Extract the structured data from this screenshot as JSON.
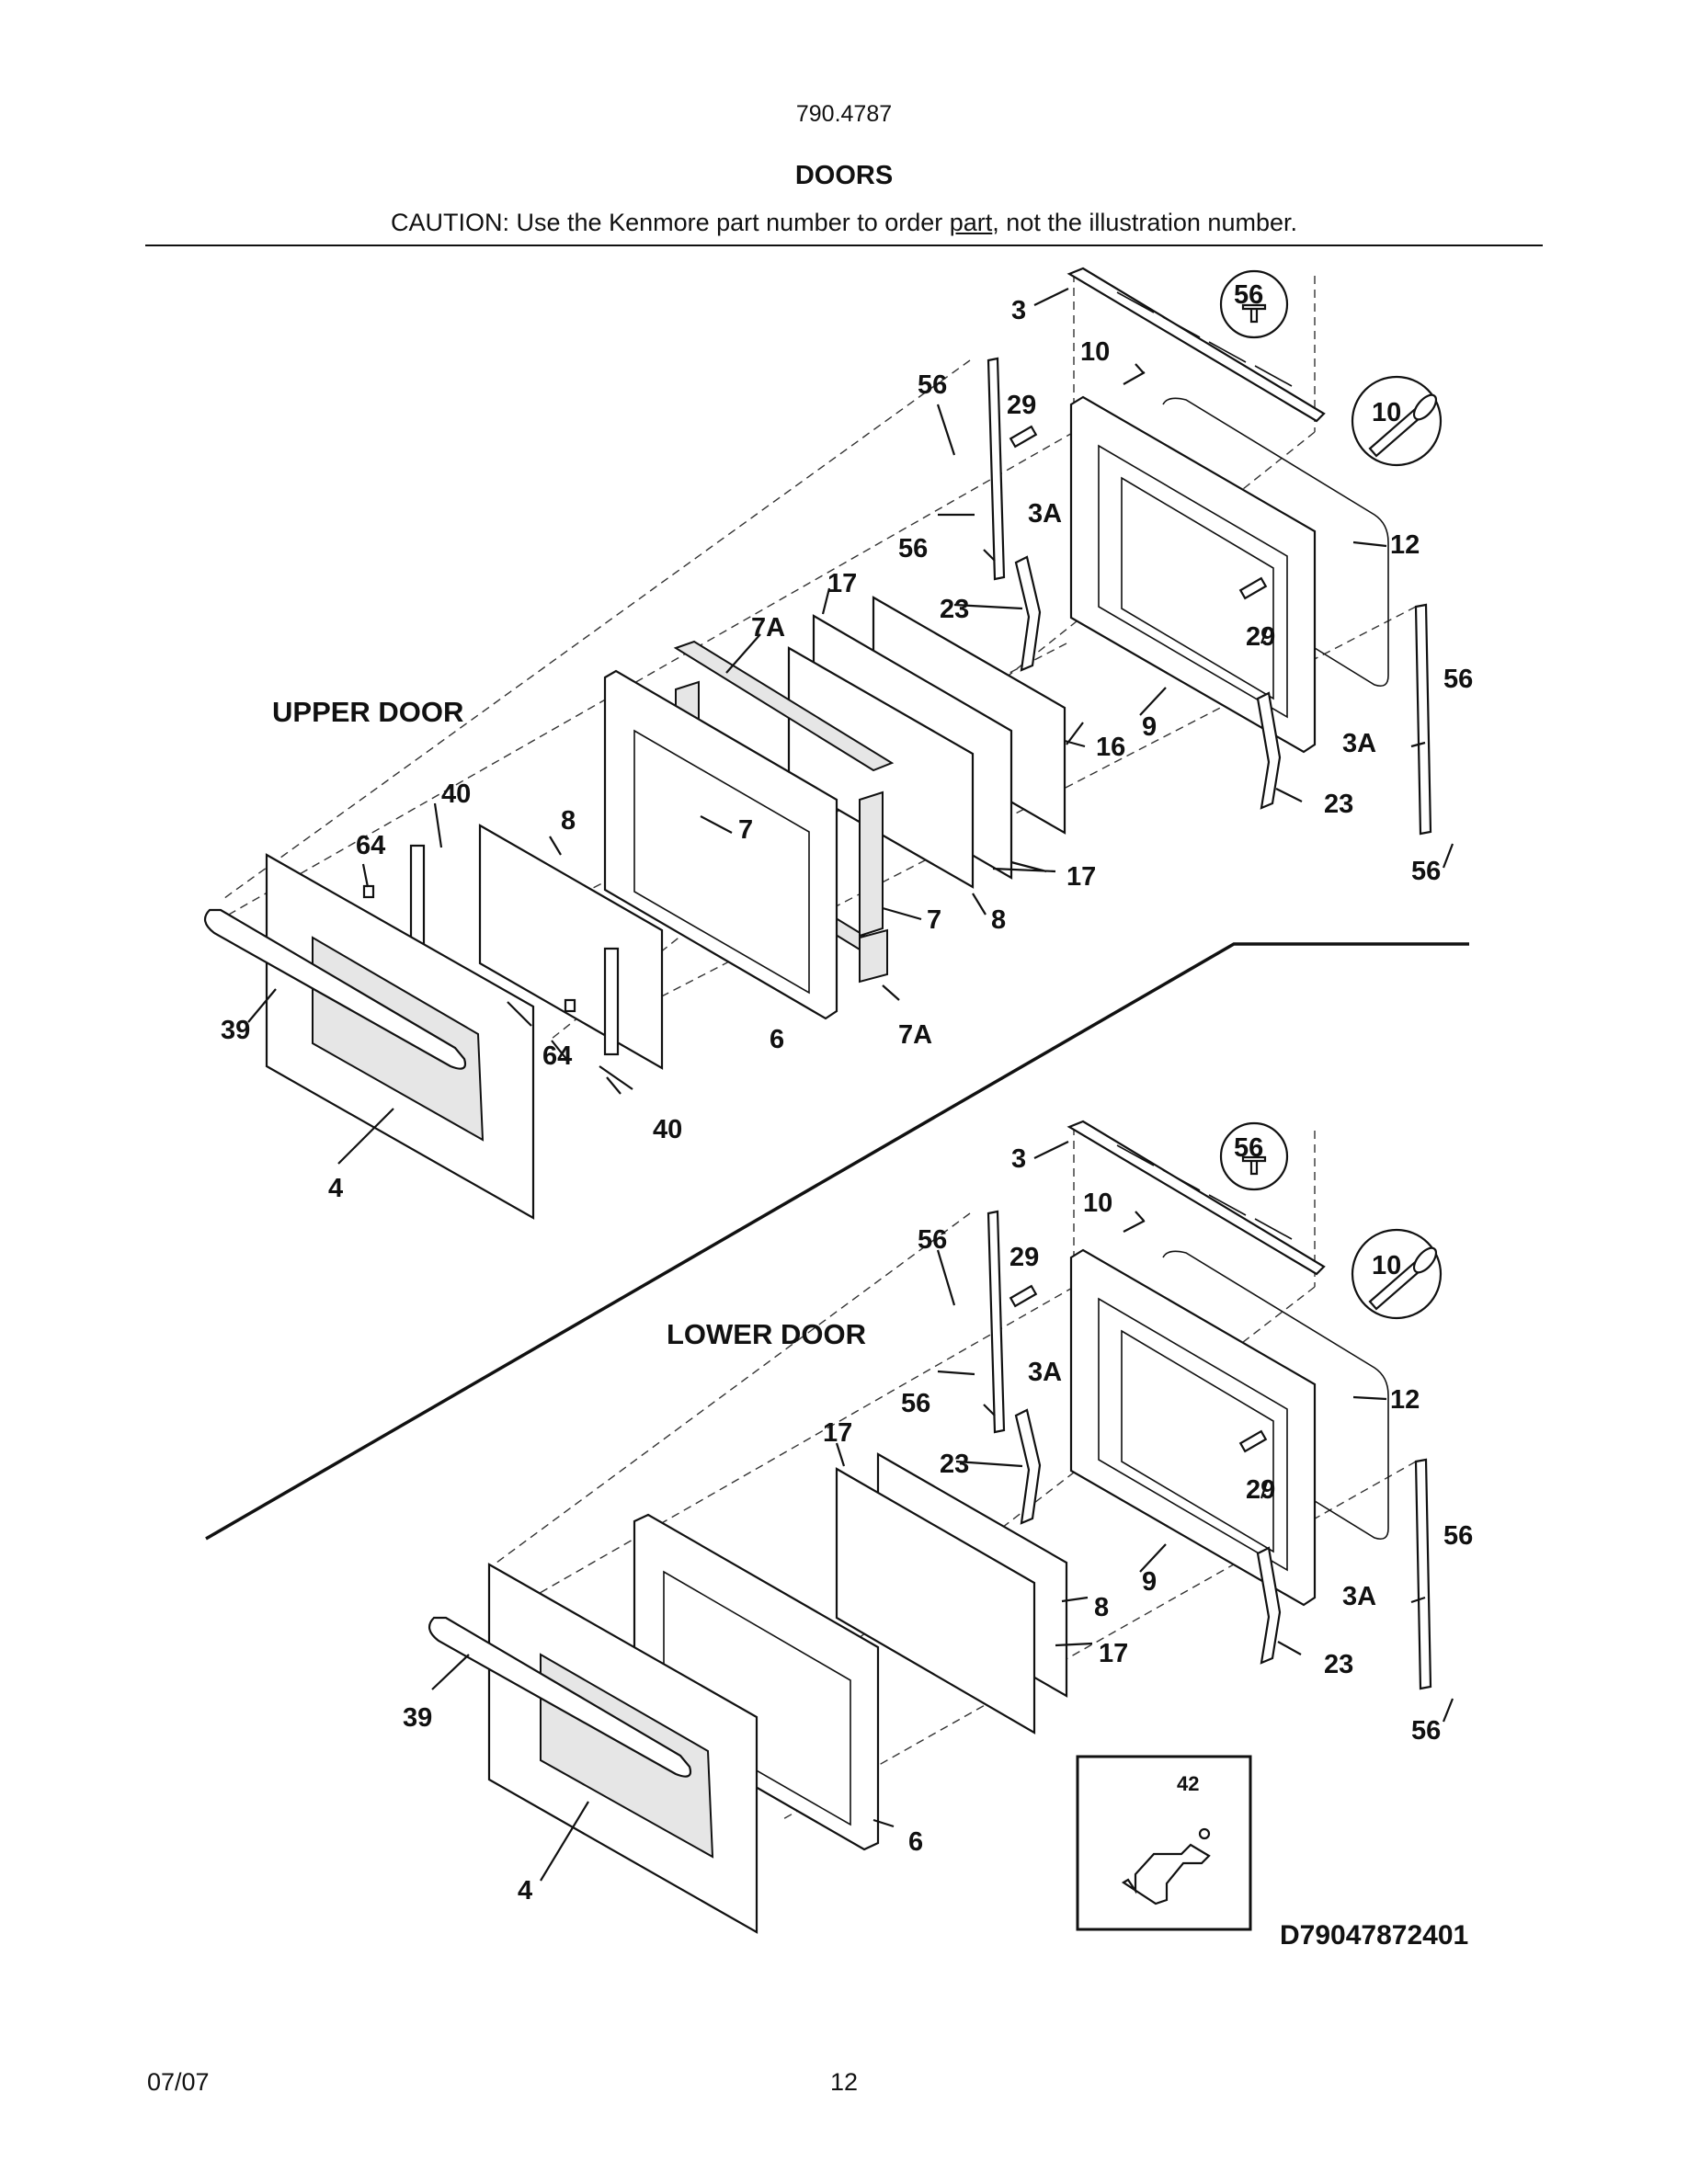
{
  "header": {
    "model": "790.4787",
    "title": "DOORS",
    "caution_prefix": "CAUTION: Use the Kenmore part number to order ",
    "caution_link": "part",
    "caution_suffix": ", not the illustration number."
  },
  "sections": {
    "upper": "UPPER DOOR",
    "lower": "LOWER DOOR"
  },
  "upper_callouts": {
    "c3": "3",
    "c56_top": "56",
    "c10": "10",
    "c10_inset": "10",
    "c56_left": "56",
    "c29": "29",
    "c3A_left": "3A",
    "c56_mid": "56",
    "c12": "12",
    "c17_top": "17",
    "c23_left": "23",
    "c29_right": "29",
    "c7A_top": "7A",
    "c56_right": "56",
    "c9": "9",
    "c16": "16",
    "c3A_right": "3A",
    "c23_right": "23",
    "c40_top": "40",
    "c8_top": "8",
    "c7_mid": "7",
    "c64_top": "64",
    "c17_bottom": "17",
    "c56_bottom": "56",
    "c7_right": "7",
    "c8_right": "8",
    "c39": "39",
    "c64_bottom": "64",
    "c6": "6",
    "c7A_bottom": "7A",
    "c40_bottom": "40",
    "c4": "4"
  },
  "lower_callouts": {
    "c3": "3",
    "c56_top": "56",
    "c10": "10",
    "c10_inset": "10",
    "c56_left": "56",
    "c29": "29",
    "c3A_left": "3A",
    "c56_mid": "56",
    "c12": "12",
    "c17": "17",
    "c23_left": "23",
    "c29_right": "29",
    "c56_right": "56",
    "c9": "9",
    "c3A_right": "3A",
    "c8": "8",
    "c17_right": "17",
    "c23_right": "23",
    "c56_bottom": "56",
    "c39": "39",
    "c6": "6",
    "c4": "4"
  },
  "inset": {
    "callout": "42"
  },
  "diagram_id": "D79047872401",
  "footer": {
    "date": "07/07",
    "page": "12"
  }
}
